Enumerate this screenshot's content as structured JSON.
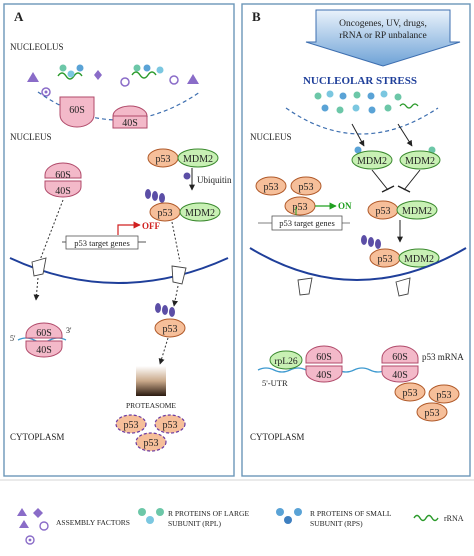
{
  "panel_a": {
    "letter": "A",
    "nucleolus": "NUCLEOLUS",
    "nucleus": "NUCLEUS",
    "cytoplasm": "CYTOPLASM",
    "ribo_60s": "60S",
    "ribo_40s": "40S",
    "p53": "p53",
    "mdm2": "MDM2",
    "ubiquitin": "Ubiquitin",
    "target_genes": "p53 target genes",
    "off": "OFF",
    "proteasome": "PROTEASOME",
    "mrna_5": "5'",
    "mrna_3": "3'"
  },
  "panel_b": {
    "letter": "B",
    "stress_box": [
      "Oncogenes, UV, drugs,",
      "rRNA or RP unbalance"
    ],
    "nucleolar_stress": "NUCLEOLAR STRESS",
    "nucleus": "NUCLEUS",
    "cytoplasm": "CYTOPLASM",
    "p53": "p53",
    "mdm2": "MDM2",
    "on": "ON",
    "target_genes": "p53 target genes",
    "rpl26": "rpL26",
    "ribo_60s": "60S",
    "ribo_40s": "40S",
    "p53_mrna": "p53 mRNA",
    "utr": "5'-UTR"
  },
  "legend": {
    "assembly": "ASSEMBLY FACTORS",
    "large": [
      "R PROTEINS OF LARGE",
      "SUBUNIT (RPL)"
    ],
    "small": [
      "R PROTEINS OF SMALL",
      "SUBUNIT (RPS)"
    ],
    "rrna": "rRNA"
  },
  "colors": {
    "panel_border": "#6b96b8",
    "membrane": "#1f3f9a",
    "nucleolus_dash": "#3e6fb0",
    "p53_fill": "#f6bf9a",
    "mdm2_fill": "#c8f0b4",
    "ribo_fill": "#f3b9c9",
    "ubiquitin": "#5b4ea6",
    "on": "#20a020",
    "off": "#d02020",
    "stress_text": "#1f3f9a",
    "rrna": "#2a9a2a"
  }
}
